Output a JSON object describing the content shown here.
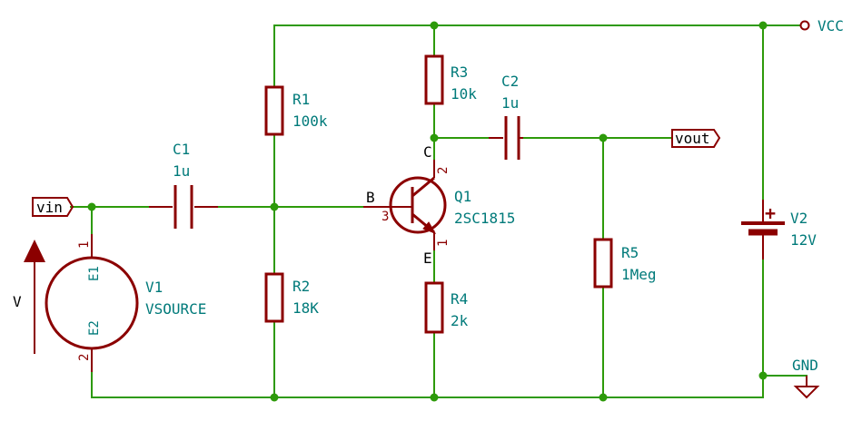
{
  "components": {
    "R1": {
      "ref": "R1",
      "value": "100k"
    },
    "R2": {
      "ref": "R2",
      "value": "18K"
    },
    "R3": {
      "ref": "R3",
      "value": "10k"
    },
    "R4": {
      "ref": "R4",
      "value": "2k"
    },
    "R5": {
      "ref": "R5",
      "value": "1Meg"
    },
    "C1": {
      "ref": "C1",
      "value": "1u"
    },
    "C2": {
      "ref": "C2",
      "value": "1u"
    },
    "Q1": {
      "ref": "Q1",
      "value": "2SC1815",
      "pin_b": "B",
      "pin_c": "C",
      "pin_e": "E",
      "pin1": "1",
      "pin2": "2",
      "pin3": "3"
    },
    "V1": {
      "ref": "V1",
      "value": "VSOURCE",
      "pin_e1": "E1",
      "pin_e2": "E2",
      "pin1": "1",
      "pin2": "2",
      "arrow_label": "V"
    },
    "V2": {
      "ref": "V2",
      "value": "12V",
      "plus": "+"
    }
  },
  "labels": {
    "vin": "vin",
    "vout": "vout",
    "vcc": "VCC",
    "gnd": "GND"
  },
  "colors": {
    "wire": "#2d9a0a",
    "component": "#8b0000",
    "reference_text": "#007a7a"
  }
}
